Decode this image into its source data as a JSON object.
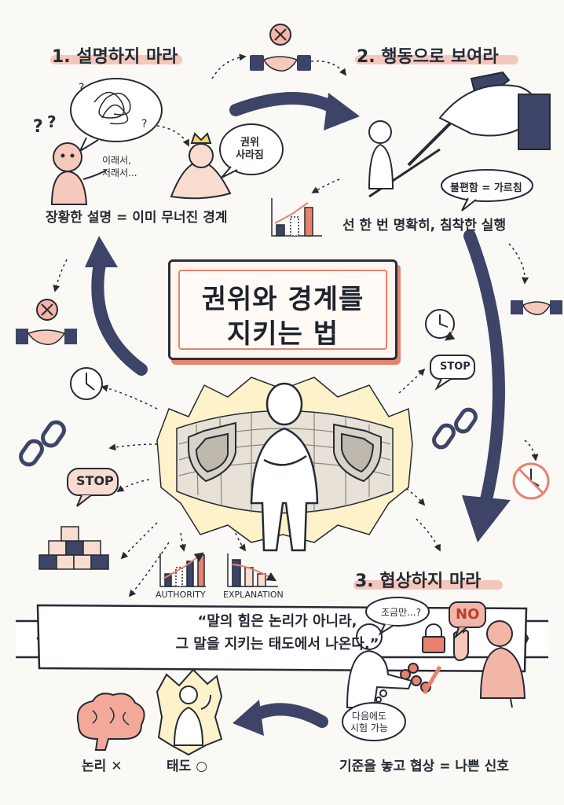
{
  "sections": {
    "s1": {
      "heading": "1. 설명하지 마라",
      "speech": "이래서,\n저래서...",
      "bubble": "권위\n사라짐",
      "caption": "장황한 설명 = 이미 무너진 경계"
    },
    "s2": {
      "heading": "2. 행동으로 보여라",
      "bubble": "불편함 = 가르침",
      "caption": "선 한 번 명확히, 침착한 실행"
    },
    "s3": {
      "heading": "3. 협상하지 마라",
      "speech_left": "조금만...?",
      "speech_right": "NO",
      "thought": "다음에도\n시험 가능",
      "caption": "기준을 놓고 협상 = 나쁜 신호"
    }
  },
  "center_title": [
    "권위와 경계를",
    "지키는 법"
  ],
  "stop_signs": [
    "STOP",
    "STOP"
  ],
  "mini_charts": {
    "left_label": "AUTHORITY",
    "right_label": "EXPLANATION"
  },
  "quote": [
    "“말의 힘은 논리가 아니라,",
    "그 말을 지키는 태도에서 나온다.”"
  ],
  "footer": {
    "logic": "논리 ✕",
    "attitude": "태도 ○"
  },
  "colors": {
    "ink": "#262a33",
    "accent": "#e8826f",
    "navy": "#3d4468",
    "highlight": "#f2b6a8"
  }
}
